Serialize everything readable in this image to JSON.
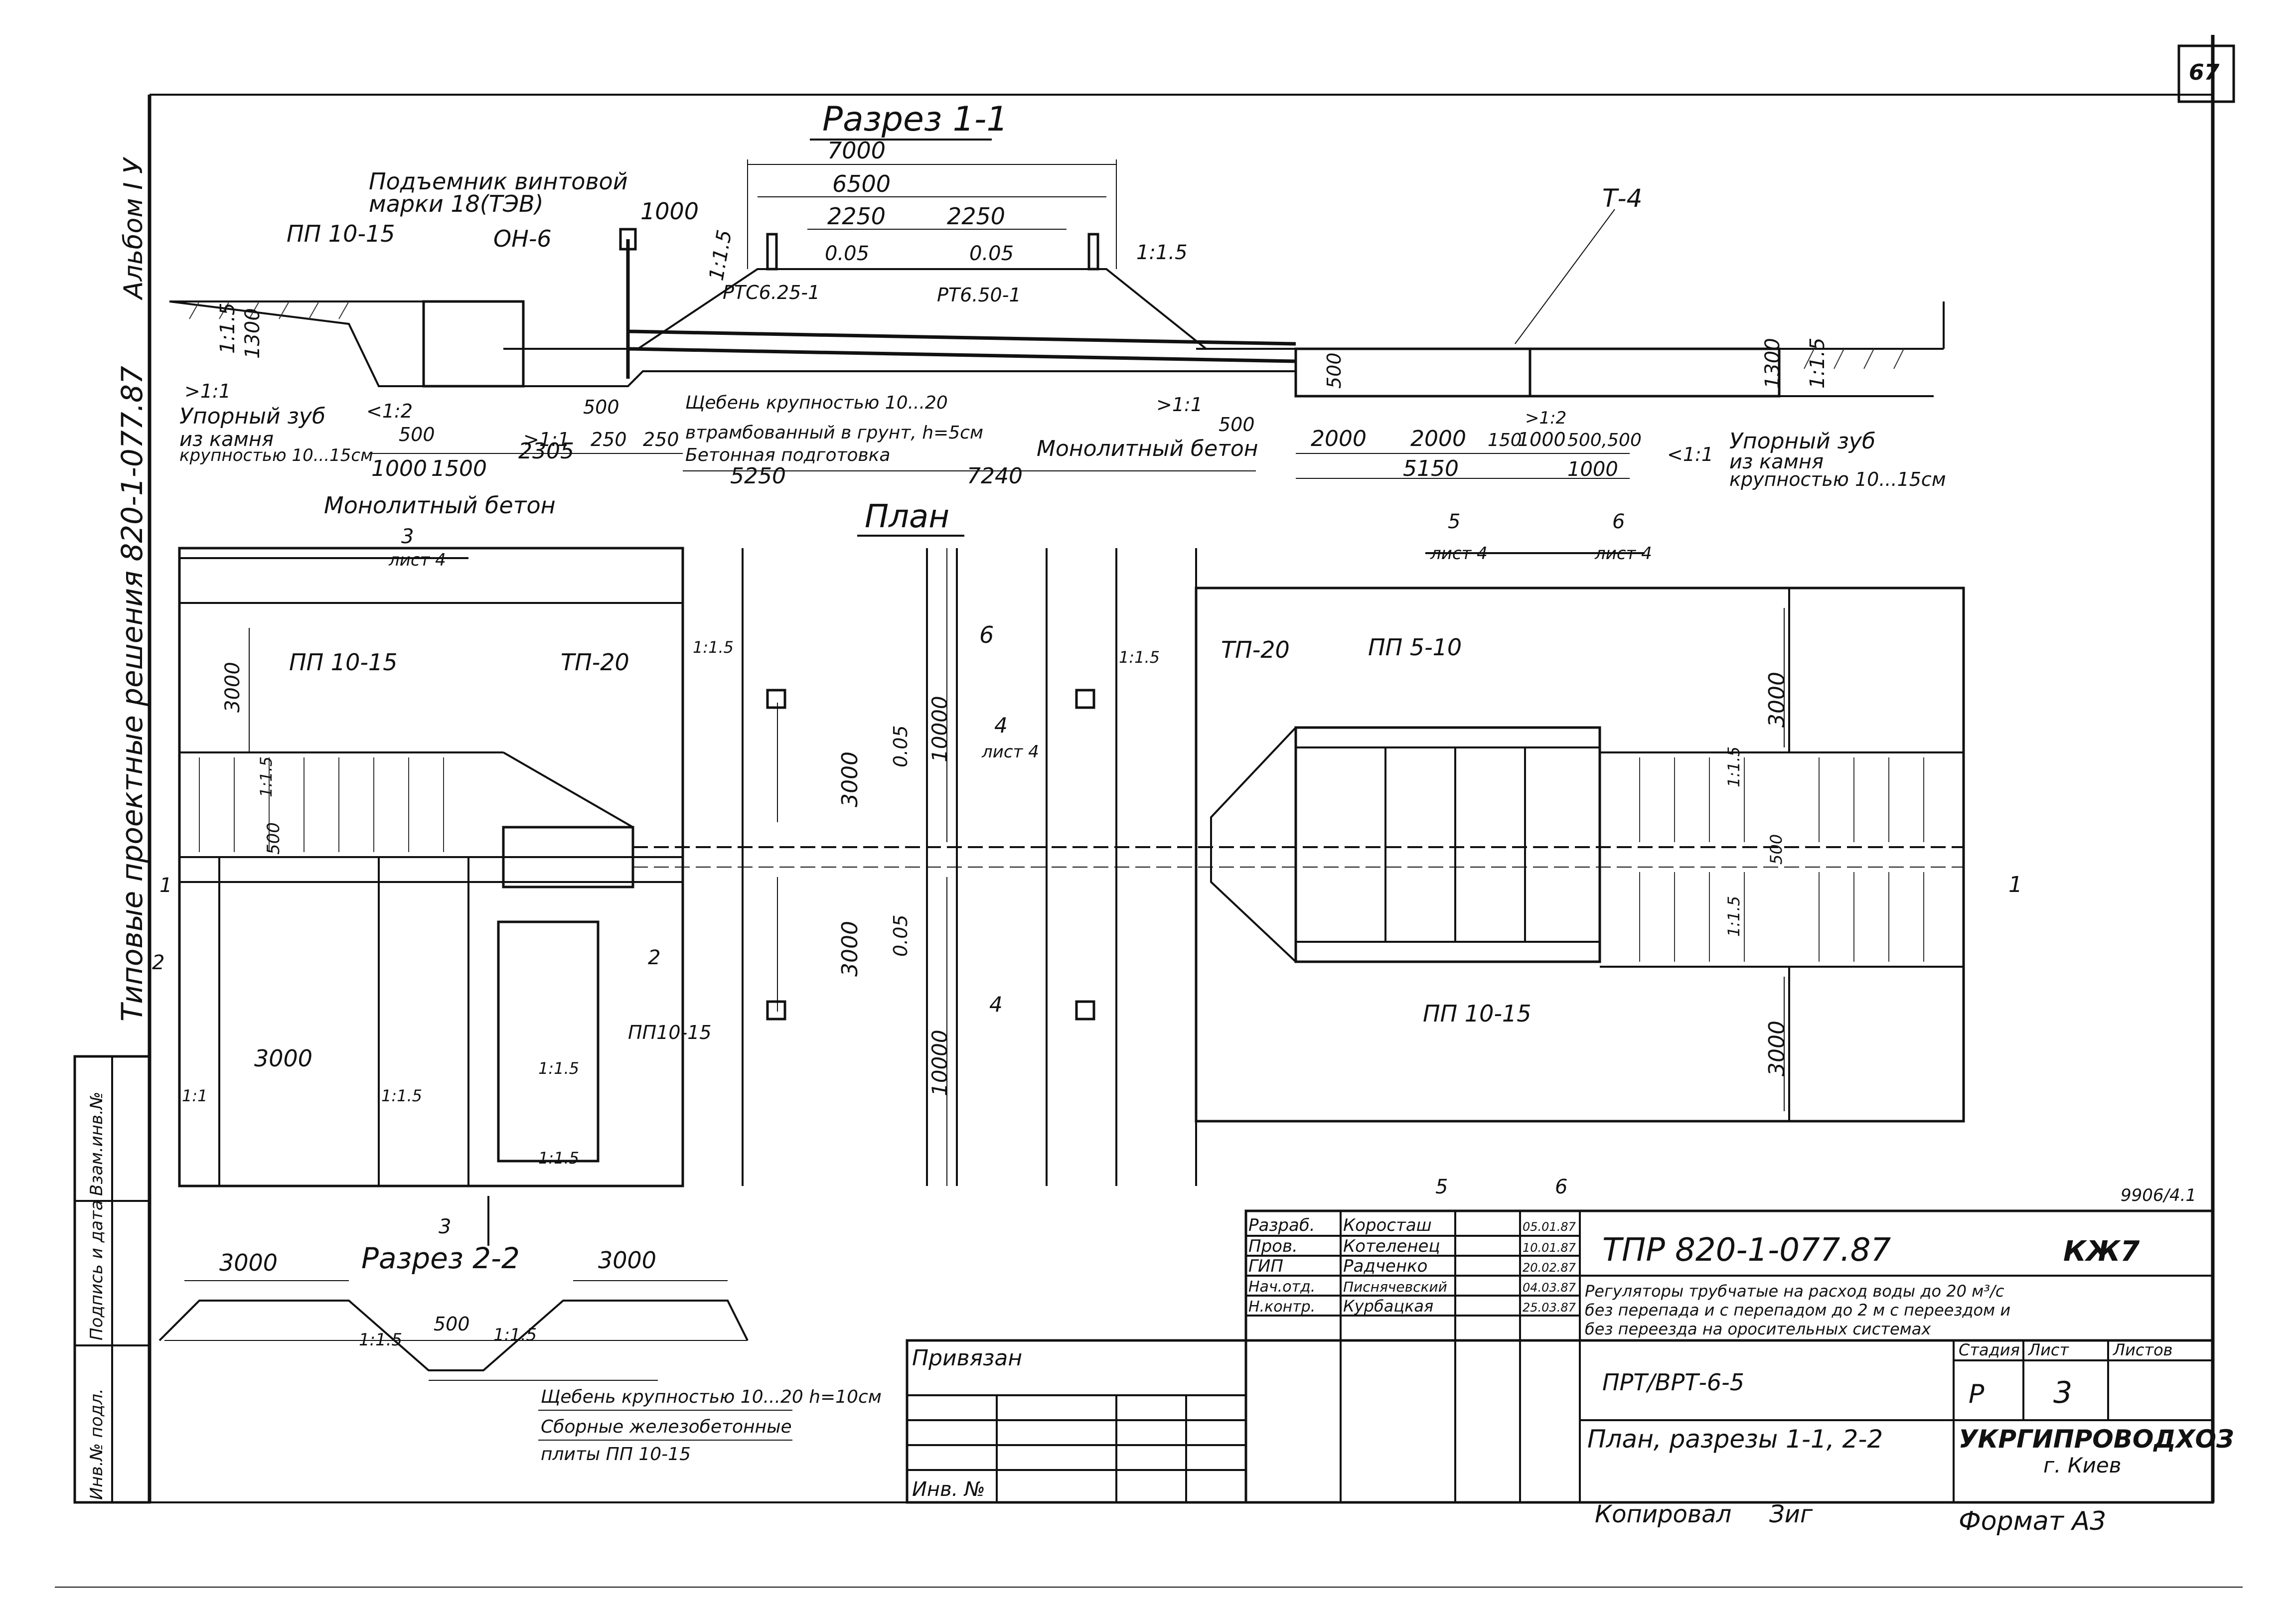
{
  "sheet": {
    "page_number": "67",
    "album_side": "Альбом I У",
    "series_side": "Типовые проектные решения 820-1-077.87",
    "format": "Формат А3",
    "copied": "Копировал",
    "copied_sign": "Зиг",
    "stamp_code": "9906/4.1"
  },
  "side_stamp": [
    "Инв.№ подл.",
    "Подпись и дата",
    "Взам.инв.№"
  ],
  "section_1_1": {
    "title": "Разрез 1-1",
    "labels": {
      "lift": "Подъемник винтовой",
      "lift_mark": "марки 18(ТЭВ)",
      "pp": "ПП 10-15",
      "on": "ОН-6",
      "t4": "Т-4",
      "rts1": "РТС6.25-1",
      "rts2": "РТ6.50-1",
      "stop_left_1": "Упорный зуб",
      "stop_left_2": "из камня",
      "stop_left_3": "крупностью 10...15см",
      "crushed_1": "Щебень крупностью 10...20",
      "crushed_2": "втрамбованный в грунт, h=5см",
      "crushed_3": "Бетонная подготовка",
      "mono_left": "Монолитный бетон",
      "mono_right": "Монолитный бетон",
      "stop_right_1": "Упорный зуб",
      "stop_right_2": "из камня",
      "stop_right_3": "крупностью 10...15см"
    },
    "dims": {
      "d7000": "7000",
      "d6500": "6500",
      "d2250a": "2250",
      "d2250b": "2250",
      "d005a": "0.05",
      "d005b": "0.05",
      "d1000top": "1000",
      "s15a": "1:1.5",
      "s15b": "1:1.5",
      "s15c": "1:1.5",
      "s15d": "1:1.5",
      "d1300a": "1300",
      "d1300b": "1300",
      "s11a": ">1:1",
      "s12a": "<1:2",
      "d500a": "500",
      "d500b": "500",
      "s11b": ">1:1",
      "d250": "250",
      "d250b": "250",
      "d1000a": "1000",
      "d1500": "1500",
      "d2305": "2305",
      "d5250": "5250",
      "d7240": "7240",
      "d500c": "500",
      "s11c": ">1:1",
      "d500d": "500",
      "d2000a": "2000",
      "d2000b": "2000",
      "d150": "150",
      "d1000b": "1000",
      "s12b": ">1:2",
      "d500e": "500,500",
      "s11d": "<1:1",
      "d1000c": "1000",
      "d5150": "5150"
    }
  },
  "plan": {
    "title": "План",
    "labels": {
      "cut3": "3",
      "sheet4a": "лист 4",
      "cut5": "5",
      "sheet4b": "лист 4",
      "cut6": "6",
      "sheet4c": "лист 4",
      "pp1015a": "ПП 10-15",
      "tp20a": "ТП-20",
      "tp20b": "ТП-20",
      "pp510": "ПП 5-10",
      "pp1015b": "ПП10-15",
      "pp1015c": "ПП 10-15",
      "lbl6": "6",
      "cut4a": "4",
      "sheet4d": "лист 4",
      "cut4b": "4",
      "cut1a": "1",
      "cut1b": "1",
      "cut2a": "2",
      "cut2b": "2",
      "cut3b": "3",
      "cut5b": "5",
      "cut6b": "6"
    },
    "dims": {
      "d3000a": "3000",
      "d3000b": "3000",
      "d3000c": "3000",
      "d3000d": "3000",
      "d3000e": "3000",
      "d3000f": "3000",
      "d10000a": "10000",
      "d10000b": "10000",
      "d005a": "0.05",
      "d005b": "0.05",
      "d500a": "500",
      "d500b": "500",
      "s15a": "1:1.5",
      "s15b": "1:1.5",
      "s15c": "1:1.5",
      "s15d": "1:1.5",
      "s15e": "1:1.5",
      "s15f": "1:1.5",
      "s15g": "1:1.5",
      "s15h": "1:1.5",
      "s11": "1:1"
    }
  },
  "section_2_2": {
    "title": "Разрез 2-2",
    "d3000a": "3000",
    "d3000b": "3000",
    "d500": "500",
    "s15a": "1:1.5",
    "s15b": "1:1.5",
    "note1": "Щебень крупностью 10...20 h=10см",
    "note2": "Сборные железобетонные",
    "note3": "плиты ПП 10-15"
  },
  "title_block": {
    "code": "ТПР 820-1-077.87",
    "mark": "КЖ7",
    "description_1": "Регуляторы трубчатые на расход воды до 20 м³/с",
    "description_2": "без перепада и с перепадом до 2 м с переездом и",
    "description_3": "без переезда на оросительных системах",
    "type_code": "ПРТ/ВРТ-6-5",
    "sheet_title": "План, разрезы 1-1, 2-2",
    "org": "УКРГИПРОВОДХОЗ",
    "city": "г. Киев",
    "stage_label": "Стадия",
    "sheet_label": "Лист",
    "sheets_label": "Листов",
    "stage": "Р",
    "sheet_no": "3",
    "attached": "Привязан",
    "inv": "Инв. №",
    "roles": [
      {
        "role": "Разраб.",
        "name": "Коросташ",
        "date": "05.01.87"
      },
      {
        "role": "Пров.",
        "name": "Котеленец",
        "date": "10.01.87"
      },
      {
        "role": "ГИП",
        "name": "Радченко",
        "date": "20.02.87"
      },
      {
        "role": "Нач.отд.",
        "name": "Писнячевский",
        "date": "04.03.87"
      },
      {
        "role": "Н.контр.",
        "name": "Курбацкая",
        "date": "25.03.87"
      }
    ]
  }
}
